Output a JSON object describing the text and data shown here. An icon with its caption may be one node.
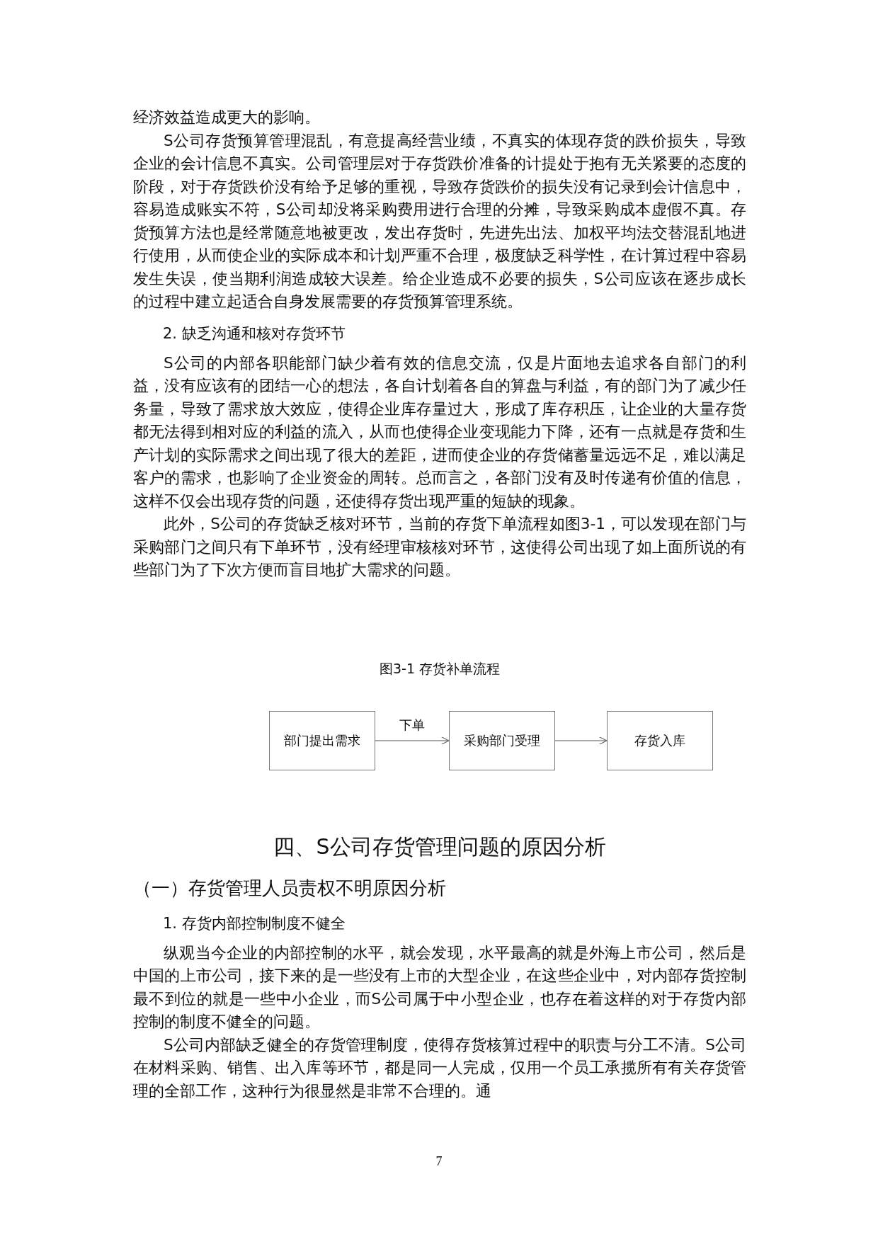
{
  "diagram": {
    "caption": "图3-1 存货补单流程",
    "nodes": [
      {
        "text": [
          "部门提出需求"
        ]
      },
      {
        "text": [
          "采购部门受理"
        ]
      },
      {
        "text": [
          "存货入库"
        ]
      }
    ],
    "edges": [
      {
        "from": 0,
        "to": 1,
        "arrow": "to",
        "label": "下单"
      },
      {
        "from": 1,
        "to": 2,
        "arrow": "to"
      }
    ],
    "labels": [
      "经济效益造成更大的影响。",
      "S公司存货预算管理混乱，有意提高经营业绩，不真实的体现存货的跌价损失，导致企业的会计信息不真实。公司管理层对于存货跌价准备的计提处于抱有无关紧要的态度的阶段，对于存货跌价没有给予足够的重视，导致存货跌价的损失没有记录到会计信息中，容易造成账实不符，S公司却没将采购费用进行合理的分摊，导致采购成本虚假不真。存货预算方法也是经常随意地被更改，发出存货时，先进先出法、加权平均法交替混乱地进行使用，从而使企业的实际成本和计划严重不合理，极度缺乏科学性，在计算过程中容易发生失误，使当期利润造成较大误差。给企业造成不必要的损失，S公司应该在逐步成长的过程中建立起适合自身发展需要的存货预算管理系统。",
      "2. 缺乏沟通和核对存货环节",
      "S公司的内部各职能部门缺少着有效的信息交流，仅是片面地去追求各自部门的利益，没有应该有的团结一心的想法，各自计划着各自的算盘与利益，有的部门为了减少任务量，导致了需求放大效应，使得企业库存量过大，形成了库存积压，让企业的大量存货都无法得到相对应的利益的流入，从而也使得企业变现能力下降，还有一点就是存货和生产计划的实际需求之间出现了很大的差距，进而使企业的存货储蓄量远远不足，难以满足客户的需求，也影响了企业资金的周转。总而言之，各部门没有及时传递有价值的信息，这样不仅会出现存货的问题，还使得存货出现严重的短缺的现象。",
      "此外，S公司的存货缺乏核对环节，当前的存货下单流程如图3-1，可以发现在部门与采购部门之间只有下单环节，没有经理审核核对环节，这使得公司出现了如上面所说的有些部门为了下次方便而盲目地扩大需求的问题。",
      "四、S公司存货管理问题的原因分析",
      "（一）存货管理人员责权不明原因分析",
      "1. 存货内部控制制度不健全",
      "纵观当今企业的内部控制的水平，就会发现，水平最高的就是外海上市公司，然后是中国的上市公司，接下来的是一些没有上市的大型企业，在这些企业中，对内部存货控制最不到位的就是一些中小企业，而S公司属于中小型企业，也存在着这样的对于存货内部控制的制度不健全的问题。",
      "S公司内部缺乏健全的存货管理制度，使得存货核算过程中的职责与分工不清。S公司在材料采购、销售、出入库等环节，都是同一人完成，仅用一个员工承揽所有有关存货管理的全部工作，这种行为很显然是非常不合理的。通",
      "7"
    ]
  }
}
